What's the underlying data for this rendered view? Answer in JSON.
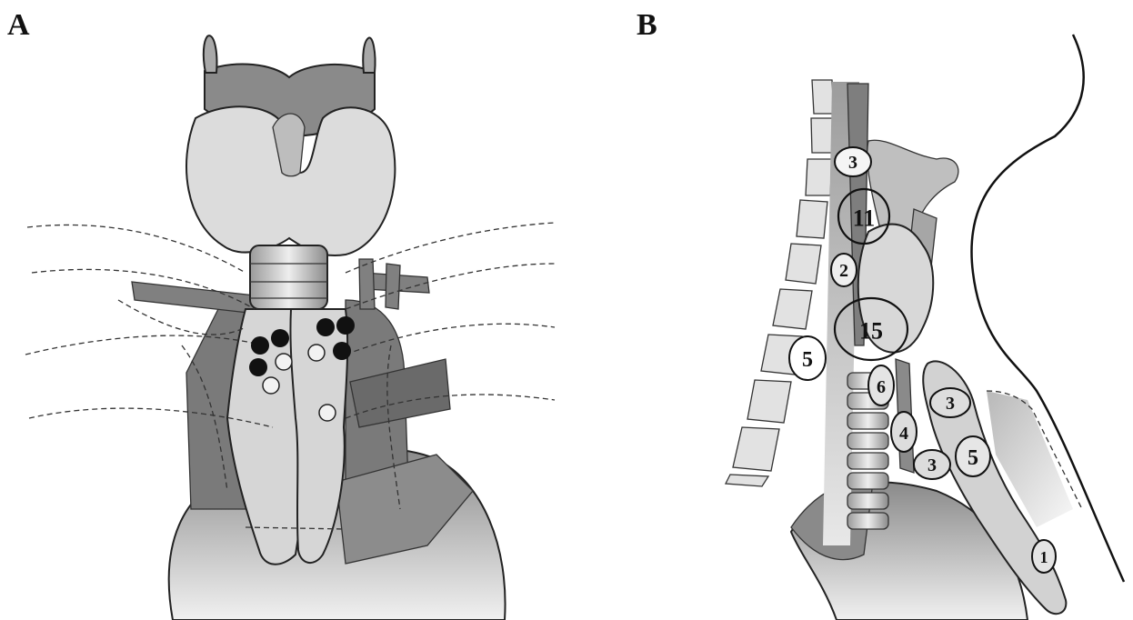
{
  "panels": [
    {
      "id": "A",
      "label": "A"
    },
    {
      "id": "B",
      "label": "B"
    }
  ],
  "panel_b_labels": [
    {
      "id": "upper-paratracheal-small",
      "text": "3"
    },
    {
      "id": "upper-thyroid",
      "text": "11"
    },
    {
      "id": "posterior-upper",
      "text": "2"
    },
    {
      "id": "thyroid-lower",
      "text": "15"
    },
    {
      "id": "prevertebral",
      "text": "5"
    },
    {
      "id": "tracheal-6",
      "text": "6"
    },
    {
      "id": "tracheal-4",
      "text": "4"
    },
    {
      "id": "thymus-3-upper",
      "text": "3"
    },
    {
      "id": "thymus-5",
      "text": "5"
    },
    {
      "id": "thymus-3-lower",
      "text": "3"
    },
    {
      "id": "mediastinal-1",
      "text": "1"
    }
  ],
  "colors": {
    "dark_gray": "#6f6f6f",
    "mid_gray": "#9a9a9a",
    "light_gray": "#d8d8d8",
    "very_light": "#e8e8e8",
    "outline": "#222222",
    "filled_dot": "#111111",
    "open_dot": "#f2f2f2"
  }
}
